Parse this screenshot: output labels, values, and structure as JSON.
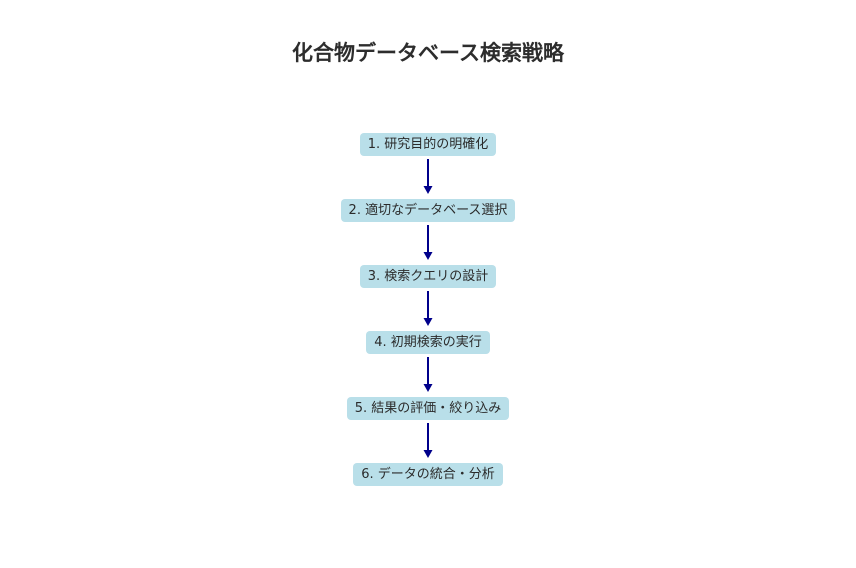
{
  "title": "化合物データベース検索戦略",
  "flowchart": {
    "type": "flowchart",
    "direction": "top-down",
    "nodes": [
      {
        "id": "1",
        "label": "1. 研究目的の明確化"
      },
      {
        "id": "2",
        "label": "2. 適切なデータベース選択"
      },
      {
        "id": "3",
        "label": "3. 検索クエリの設計"
      },
      {
        "id": "4",
        "label": "4. 初期検索の実行"
      },
      {
        "id": "5",
        "label": "5. 結果の評価・絞り込み"
      },
      {
        "id": "6",
        "label": "6. データの統合・分析"
      }
    ],
    "edges": [
      {
        "from": "1",
        "to": "2"
      },
      {
        "from": "2",
        "to": "3"
      },
      {
        "from": "3",
        "to": "4"
      },
      {
        "from": "4",
        "to": "5"
      },
      {
        "from": "5",
        "to": "6"
      }
    ],
    "colors": {
      "node_fill": "#b9dfe9",
      "node_text": "#2b2b2b",
      "arrow": "#00008b",
      "title_text": "#2d2d2d",
      "background": "#ffffff"
    }
  }
}
